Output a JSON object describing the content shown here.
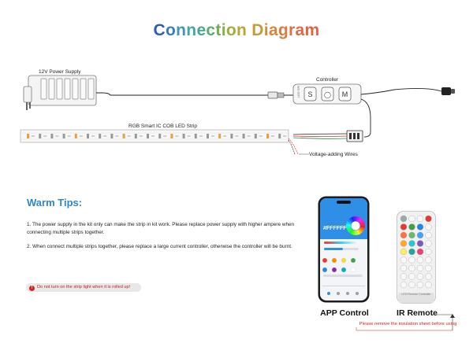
{
  "title": {
    "text": "Connection Diagram",
    "colors": [
      "#2f5cb8",
      "#3a7bc8",
      "#3f97b8",
      "#44a6a0",
      "#4aa88a",
      "#5bab6c",
      "#73ad52",
      "#8aae44",
      "#a2ab3c",
      "#b7a63a",
      "#c59c3b",
      "#cf903d",
      "#d4853f",
      "#d87b40",
      "#dc7141",
      "#df6a42",
      "#e26343",
      "#e35d44"
    ]
  },
  "diagram": {
    "power_supply_label": "12V Power Supply",
    "controller_label": "Controller",
    "strip_label": "RGB Smart IC COB LED Strip",
    "wires_label": "Voltage-adding Wires",
    "controller_buttons": [
      "S",
      "◯",
      "M"
    ]
  },
  "tips": {
    "title": "Warm Tips:",
    "items": [
      "1. The power supply in the kit only can make the strip in kit work. Please replace power supply with higher ampere when connecting multiple strips together.",
      "2. When connect multiple strips together, please replace a large current controller, otherwise the controller will be burnt."
    ],
    "warning": "Do not turn on the strip light when it is rolled up!",
    "warning_icon": "!"
  },
  "phone": {
    "color_code": "#FFFFFF",
    "caption": "APP Control"
  },
  "remote": {
    "caption": "IR Remote",
    "brand_text": "LED Remote Controller",
    "notice": "Please remove the insulation sheet before using"
  }
}
